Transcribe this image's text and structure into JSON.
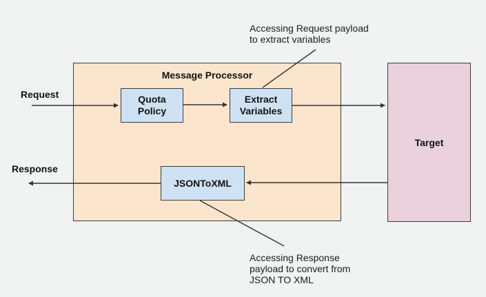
{
  "diagram": {
    "request_label": "Request",
    "response_label": "Response",
    "message_processor": {
      "title": "Message Processor",
      "quota_policy_label": "Quota\nPolicy",
      "extract_variables_label": "Extract\nVariables",
      "json_to_xml_label": "JSONToXML"
    },
    "target_label": "Target",
    "annotation_top": "Accessing Request payload\nto extract variables",
    "annotation_bottom": "Accessing Response\npayload to convert from\nJSON TO XML",
    "colors": {
      "background": "#f1f2f2",
      "processor_fill": "#fce5cd",
      "policy_fill": "#cfe2f3",
      "target_fill": "#ead1dc",
      "line": "#333333"
    }
  }
}
